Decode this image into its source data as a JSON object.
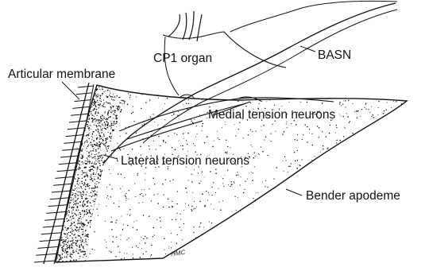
{
  "figure": {
    "labels": {
      "cp1_organ": "CP1 organ",
      "basn": "BASN",
      "articular_membrane": "Articular membrane",
      "medial_tension_neurons": "Medial tension neurons",
      "lateral_tension_neurons": "Lateral tension neurons",
      "bender_apodeme": "Bender apodeme"
    },
    "signature": "HMC"
  },
  "colors": {
    "ink": "#111111",
    "background": "#ffffff"
  }
}
